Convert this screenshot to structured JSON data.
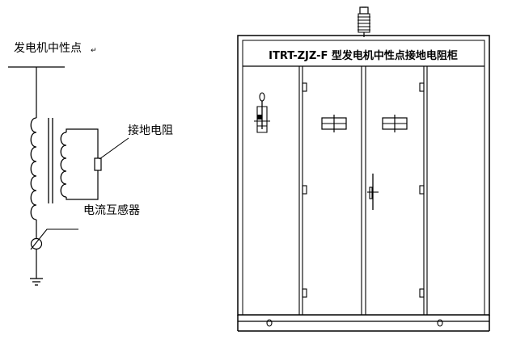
{
  "left_diagram": {
    "title": "发电机中性点",
    "return_mark": "↵",
    "resistor_label": "接地电阻",
    "transformer_label": "电流互感器"
  },
  "cabinet": {
    "title": "ITRT-ZJZ-F 型发电机中性点接地电阻柜"
  }
}
